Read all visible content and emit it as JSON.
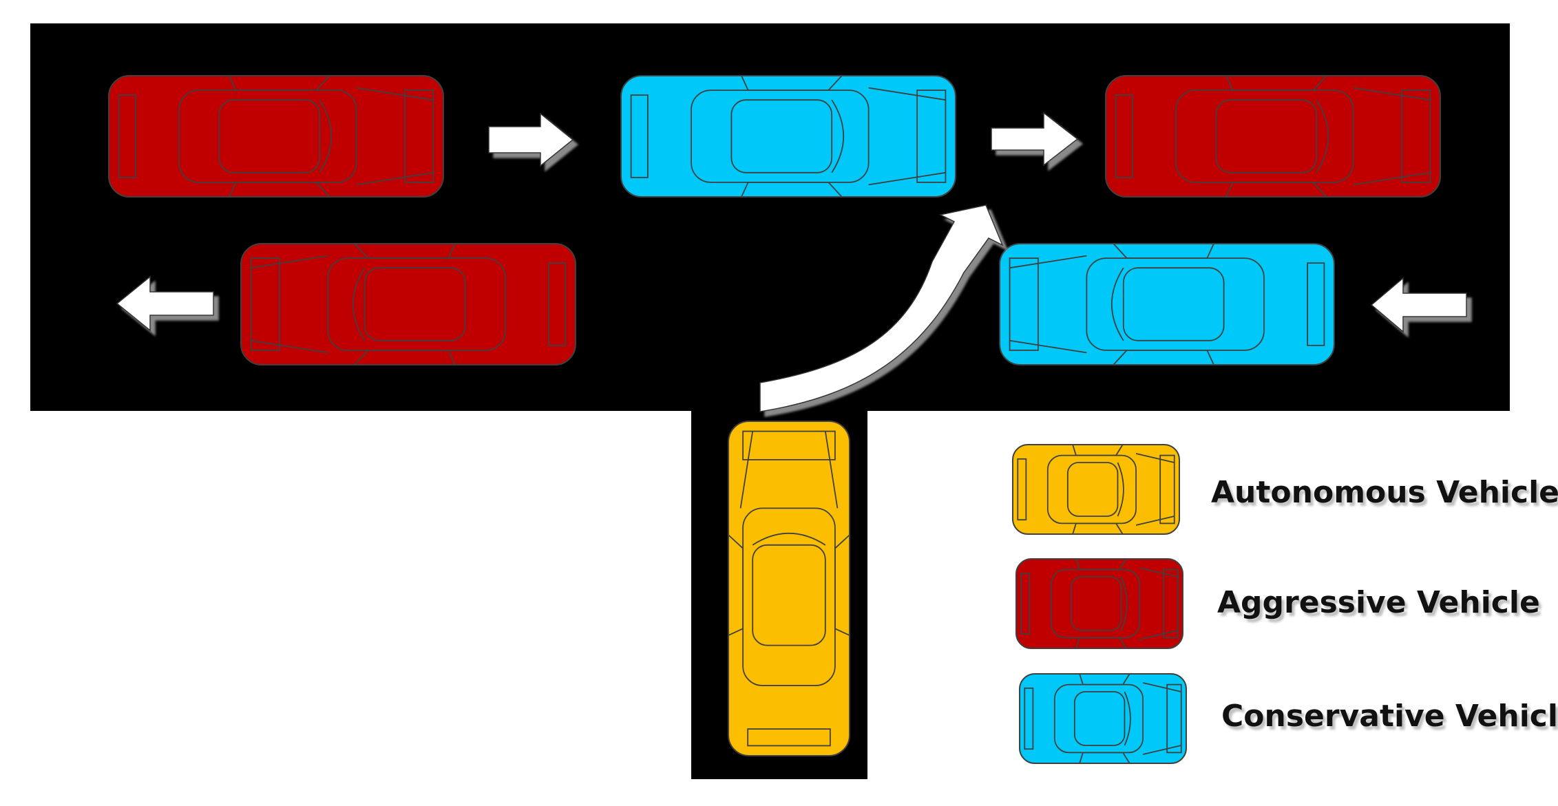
{
  "colors": {
    "road": "#000000",
    "background": "#ffffff",
    "autonomous": "#fbbe00",
    "aggressive": "#c00000",
    "conservative": "#00c8f8",
    "outline": "#404040",
    "arrow": "#ffffff"
  },
  "icons": {
    "vehicle": "car-top-view-icon",
    "direction": "arrow-icon",
    "turn": "curved-arrow-icon"
  },
  "legend": [
    {
      "type": "autonomous",
      "label": "Autonomous Vehicle"
    },
    {
      "type": "aggressive",
      "label": "Aggressive Vehicle"
    },
    {
      "type": "conservative",
      "label": "Conservative Vehicle"
    }
  ],
  "scene": {
    "vehicles": [
      {
        "id": "top-lane-car-1",
        "type": "aggressive",
        "heading": "right"
      },
      {
        "id": "top-lane-car-2",
        "type": "conservative",
        "heading": "right"
      },
      {
        "id": "top-lane-car-3",
        "type": "aggressive",
        "heading": "right"
      },
      {
        "id": "bottom-lane-car-1",
        "type": "aggressive",
        "heading": "left"
      },
      {
        "id": "bottom-lane-car-2",
        "type": "conservative",
        "heading": "left"
      },
      {
        "id": "ego-car",
        "type": "autonomous",
        "heading": "up"
      }
    ]
  }
}
